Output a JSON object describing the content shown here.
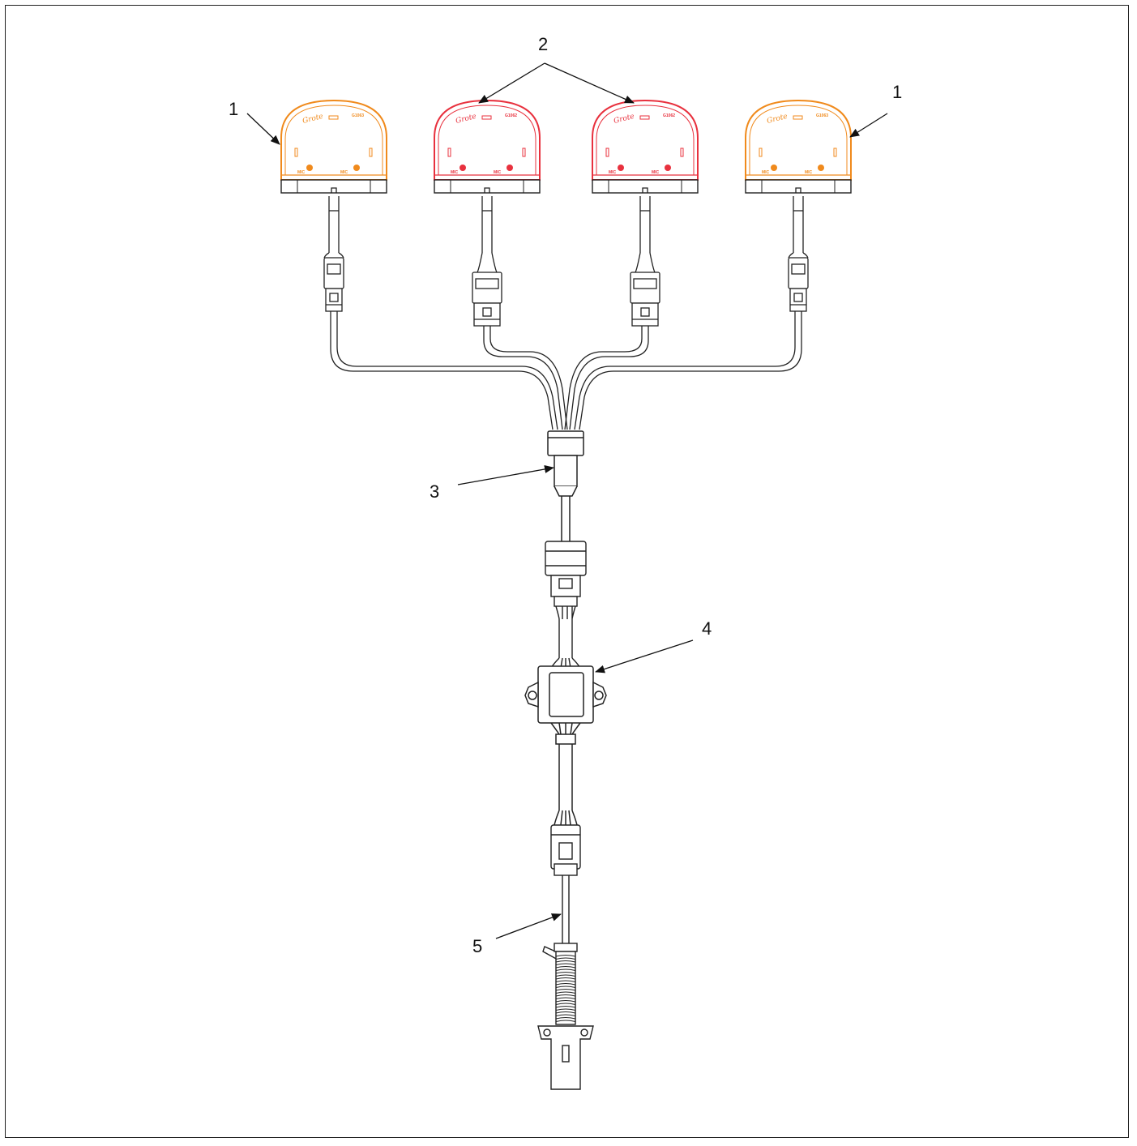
{
  "diagram": {
    "colors": {
      "amber": "#f08a1c",
      "red": "#e8313e",
      "line": "#222222"
    },
    "callouts": [
      {
        "id": "1a",
        "label": "1"
      },
      {
        "id": "1b",
        "label": "1"
      },
      {
        "id": "2",
        "label": "2"
      },
      {
        "id": "3",
        "label": "3"
      },
      {
        "id": "4",
        "label": "4"
      },
      {
        "id": "5",
        "label": "5"
      }
    ],
    "lamps": [
      {
        "color": "amber",
        "brand": "Grote",
        "part": "G1063",
        "mark_left": "MIC",
        "mark_right": "MIC"
      },
      {
        "color": "red",
        "brand": "Grote",
        "part": "G1062",
        "mark_left": "MIC",
        "mark_right": "MIC"
      },
      {
        "color": "red",
        "brand": "Grote",
        "part": "G1062",
        "mark_left": "MIC",
        "mark_right": "MIC"
      },
      {
        "color": "amber",
        "brand": "Grote",
        "part": "G1063",
        "mark_left": "MIC",
        "mark_right": "MIC"
      }
    ]
  }
}
